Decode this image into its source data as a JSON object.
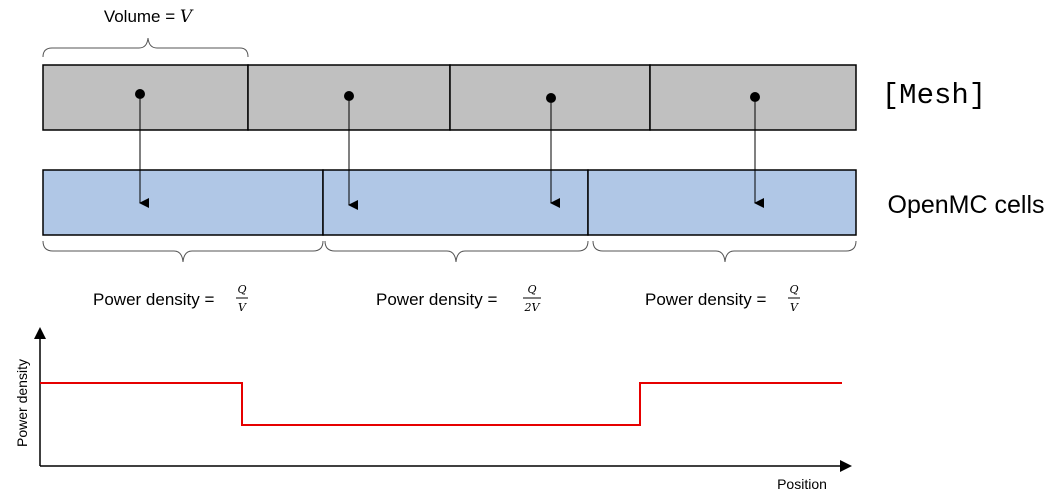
{
  "volume_label": {
    "prefix": "Volume = ",
    "var": "V"
  },
  "mesh_label": "[Mesh]",
  "cells_label": "OpenMC cells",
  "power_density_labels": [
    {
      "prefix": "Power density = ",
      "numerator": "Q",
      "denominator": "V"
    },
    {
      "prefix": "Power density = ",
      "numerator": "Q",
      "denominator": "2V"
    },
    {
      "prefix": "Power density = ",
      "numerator": "Q",
      "denominator": "V"
    }
  ],
  "plot": {
    "ylabel": "Power density",
    "xlabel": "Position",
    "step_levels": [
      1,
      0.5,
      1
    ]
  },
  "colors": {
    "mesh_fill": "#c0c0c0",
    "cells_fill": "#b0c7e6",
    "outline": "#000000",
    "step_line": "#e60000"
  }
}
